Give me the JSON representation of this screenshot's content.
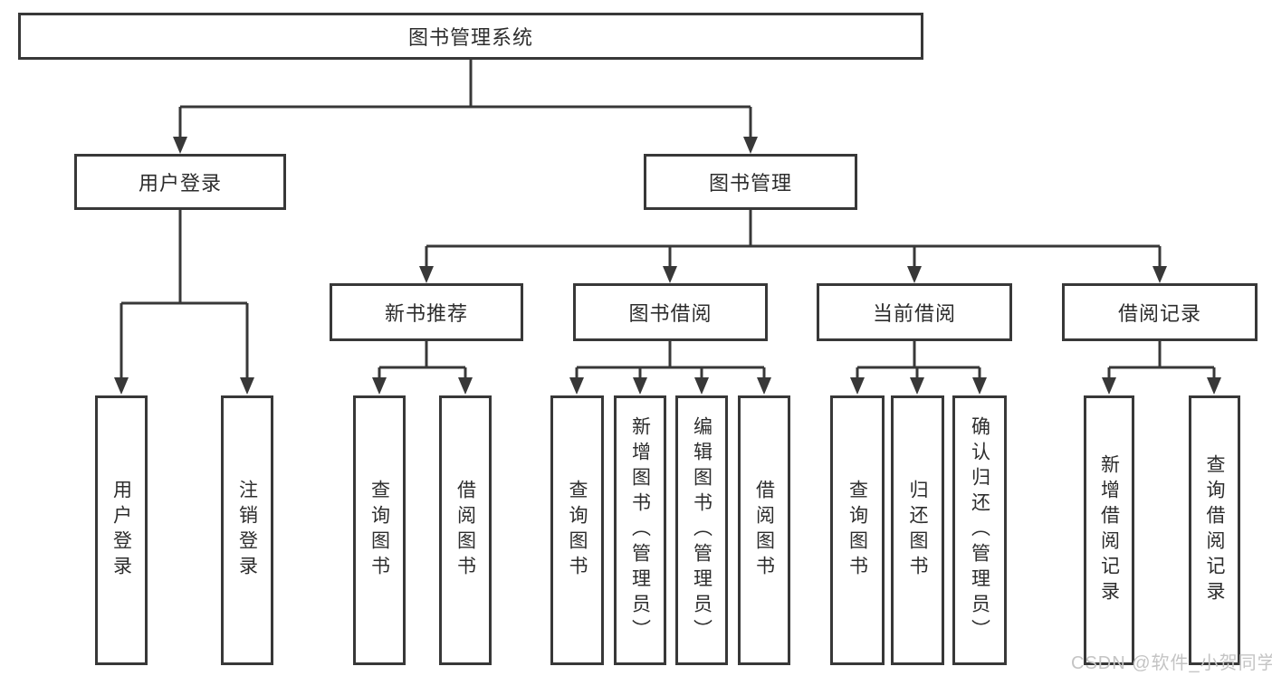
{
  "diagram": {
    "root": "图书管理系统",
    "level2": {
      "user_login": "用户登录",
      "book_mgmt": "图书管理"
    },
    "level3": {
      "new_book_recommend": "新书推荐",
      "book_borrow": "图书借阅",
      "current_borrow": "当前借阅",
      "borrow_records": "借阅记录"
    },
    "leaves": {
      "user_login": "用户登录",
      "logout": "注销登录",
      "rec_query_book": "查询图书",
      "rec_borrow_book": "借阅图书",
      "bb_query_book": "查询图书",
      "bb_add_book": "新增图书（管理员）",
      "bb_edit_book": "编辑图书（管理员）",
      "bb_borrow_book": "借阅图书",
      "cur_query_book": "查询图书",
      "cur_return_book": "归还图书",
      "cur_confirm_return": "确认归还（管理员）",
      "rec2_add_record": "新增借阅记录",
      "rec2_query_record": "查询借阅记录"
    }
  },
  "hierarchy": {
    "图书管理系统": {
      "用户登录": [
        "用户登录",
        "注销登录"
      ],
      "图书管理": {
        "新书推荐": [
          "查询图书",
          "借阅图书"
        ],
        "图书借阅": [
          "查询图书",
          "新增图书（管理员）",
          "编辑图书（管理员）",
          "借阅图书"
        ],
        "当前借阅": [
          "查询图书",
          "归还图书",
          "确认归还（管理员）"
        ],
        "借阅记录": [
          "新增借阅记录",
          "查询借阅记录"
        ]
      }
    }
  },
  "watermark": "CSDN @软件_小贺同学",
  "colors": {
    "line": "#383838",
    "box_border": "#383838",
    "box_background": "#ffffff",
    "text": "#2d2d2d",
    "watermark": "#c4c4c4"
  }
}
